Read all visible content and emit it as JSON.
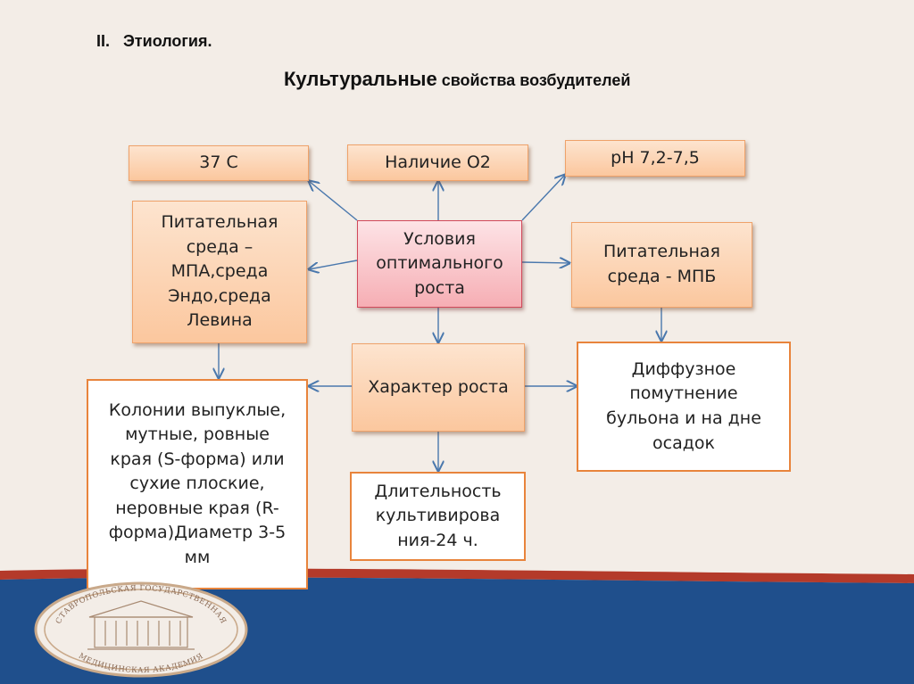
{
  "slide": {
    "section_label": "II.   Этиология.",
    "title_bold": "Культуральные",
    "title_rest": " свойства возбудителей"
  },
  "diagram": {
    "temperature": "37 С",
    "oxygen": "Наличие О2",
    "ph": "рН 7,2-7,5",
    "solid_media": "Питательная\nсреда –\nМПА,среда\nЭндо,среда\nЛевина",
    "center": "Условия\nоптимального\nроста",
    "liquid_media": "Питательная\nсреда - МПБ",
    "growth_character": "Характер роста",
    "broth_growth": "Диффузное\nпомутнение\nбульона и на дне\nосадок",
    "colonies": "Колонии выпуклые,\nмутные, ровные\nкрая (S-форма) или\nсухие плоские,\nнеровные края (R-\nформа)Диаметр 3-5\nмм",
    "duration": "Длительность\nкультивирова\nния-24 ч."
  },
  "logo": {
    "top_text": "СТАВРОПОЛЬСКАЯ ГОСУДАРСТВЕННАЯ",
    "bottom_text": "МЕДИЦИНСКАЯ АКАДЕМИЯ"
  },
  "colors": {
    "background": "#f3ede7",
    "accent_blue": "#1f4f8c",
    "accent_red": "#b43a2a",
    "arrow": "#4a78ad",
    "box_border": "#e8843c"
  }
}
